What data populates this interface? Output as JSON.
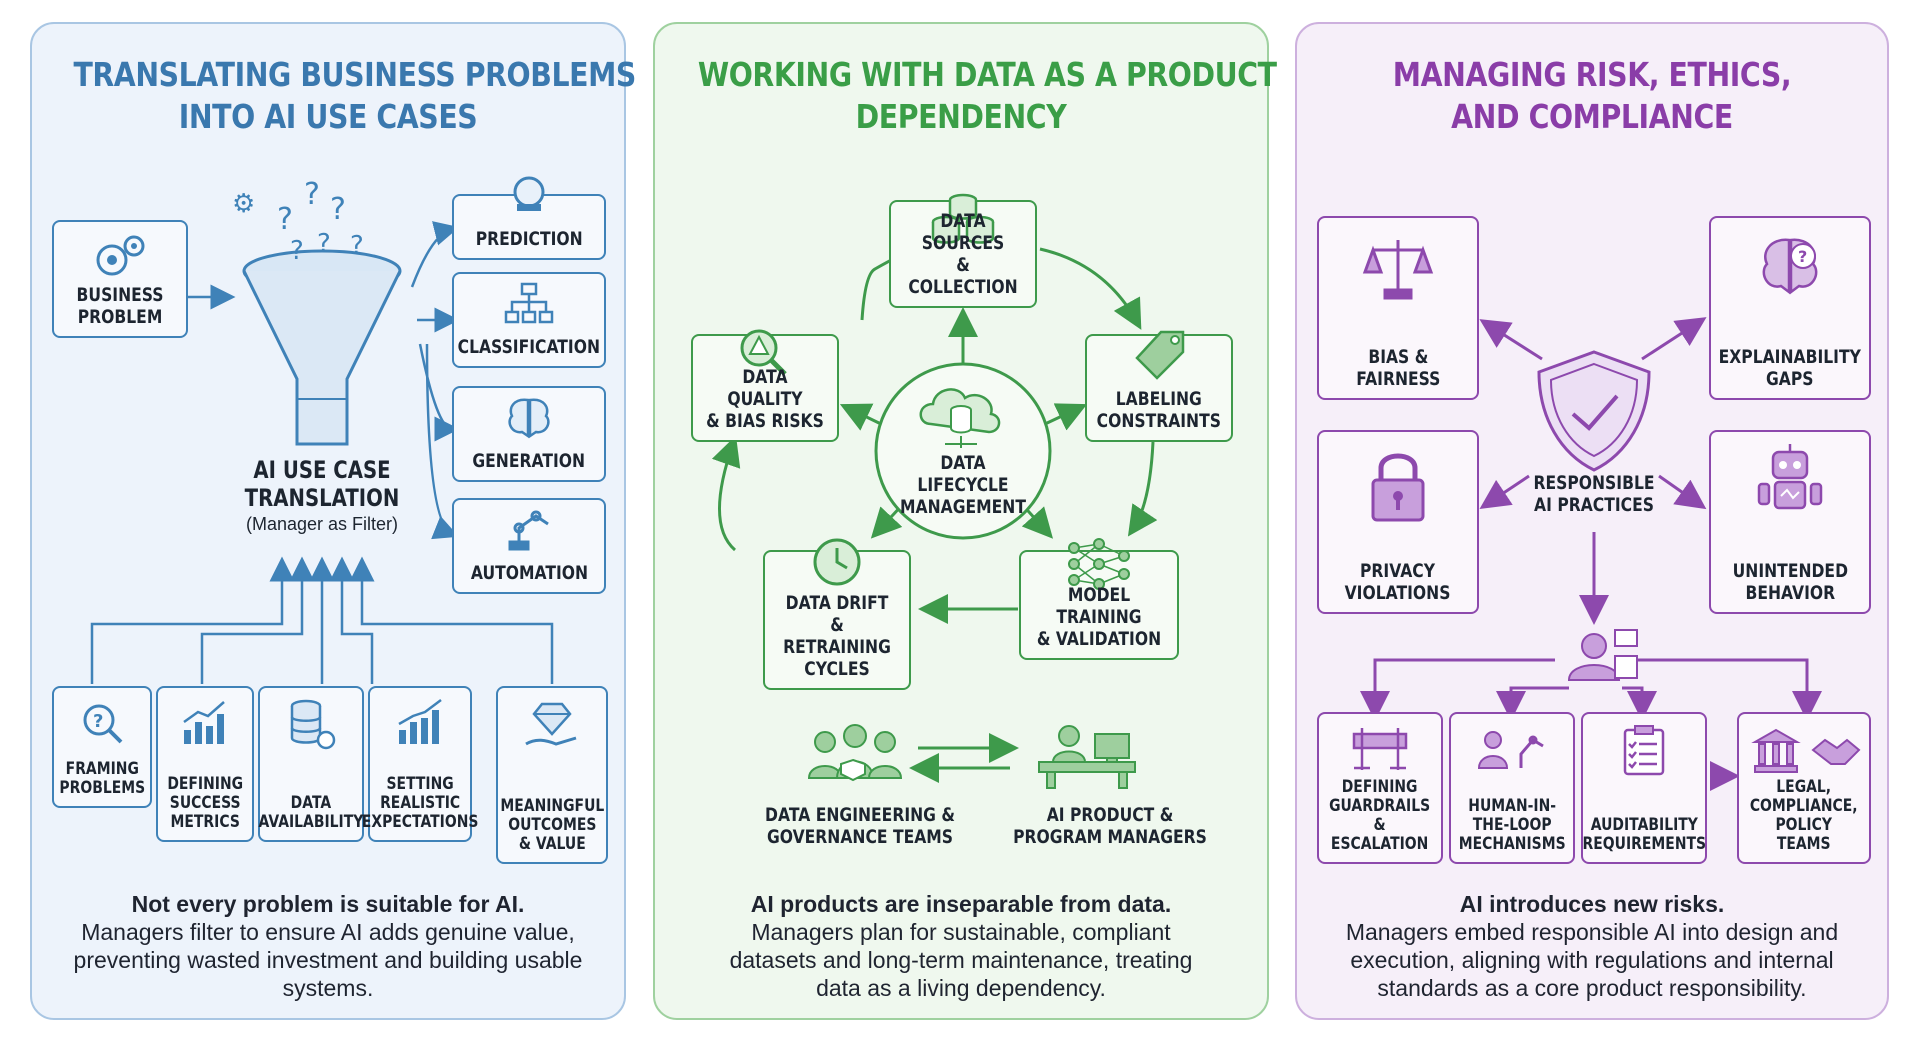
{
  "panels": {
    "business": {
      "title_line1": "TRANSLATING BUSINESS PROBLEMS",
      "title_line2": "INTO AI USE CASES",
      "business_problem": "BUSINESS\nPROBLEM",
      "funnel_label": "AI USE CASE\nTRANSLATION",
      "funnel_sub": "(Manager as Filter)",
      "outputs": [
        "PREDICTION",
        "CLASSIFICATION",
        "GENERATION",
        "AUTOMATION"
      ],
      "inputs": [
        "FRAMING\nPROBLEMS",
        "DEFINING\nSUCCESS\nMETRICS",
        "DATA\nAVAILABILITY",
        "SETTING\nREALISTIC\nEXPECTATIONS",
        "MEANINGFUL\nOUTCOMES\n& VALUE"
      ],
      "footer_bold": "Not every problem is suitable for AI.",
      "footer_text": "Managers filter to ensure AI adds genuine value, preventing wasted investment and building usable systems."
    },
    "data": {
      "title_line1": "WORKING WITH DATA AS A PRODUCT",
      "title_line2": "DEPENDENCY",
      "center": "DATA LIFECYCLE\nMANAGEMENT",
      "nodes": [
        "DATA SOURCES\n& COLLECTION",
        "LABELING\nCONSTRAINTS",
        "MODEL TRAINING\n& VALIDATION",
        "DATA DRIFT &\nRETRAINING\nCYCLES",
        "DATA QUALITY\n& BIAS RISKS"
      ],
      "team_left": "DATA ENGINEERING &\nGOVERNANCE TEAMS",
      "team_right": "AI PRODUCT &\nPROGRAM MANAGERS",
      "footer_bold": "AI products are inseparable from data.",
      "footer_text": "Managers plan for sustainable, compliant datasets and long-term maintenance, treating data as a living dependency."
    },
    "risk": {
      "title_line1": "MANAGING RISK, ETHICS,",
      "title_line2": "AND COMPLIANCE",
      "center": "RESPONSIBLE\nAI PRACTICES",
      "risks": [
        "BIAS &\nFAIRNESS",
        "EXPLAINABILITY\nGAPS",
        "PRIVACY\nVIOLATIONS",
        "UNINTENDED\nBEHAVIOR"
      ],
      "practices": [
        "DEFINING\nGUARDRAILS\n& ESCALATION",
        "HUMAN-IN-\nTHE-LOOP\nMECHANISMS",
        "AUDITABILITY\nREQUIREMENTS",
        "LEGAL,\nCOMPLIANCE,\nPOLICY TEAMS"
      ],
      "footer_bold": "AI introduces new risks.",
      "footer_text": "Managers embed responsible AI into design and execution, aligning with regulations and internal standards as a core product responsibility."
    }
  },
  "colors": {
    "blue": "#3f82b8",
    "green": "#3e9a4b",
    "purple": "#8d49ad"
  },
  "icons": [
    "gears-icon",
    "funnel-icon",
    "crystal-ball-icon",
    "hierarchy-icon",
    "brain-icon",
    "robot-arm-icon",
    "magnifier-gear-icon",
    "bar-chart-icon",
    "database-gear-icon",
    "diamond-hand-icon",
    "database-stack-icon",
    "tag-icon",
    "neural-network-icon",
    "clock-cycle-icon",
    "warning-magnifier-icon",
    "cloud-database-icon",
    "team-helmets-icon",
    "manager-desk-icon",
    "scales-icon",
    "brain-question-icon",
    "shield-check-icon",
    "padlock-icon",
    "robot-icon",
    "manager-icon",
    "barrier-icon",
    "human-robot-icon",
    "checklist-icon",
    "courthouse-icon",
    "handshake-icon"
  ]
}
